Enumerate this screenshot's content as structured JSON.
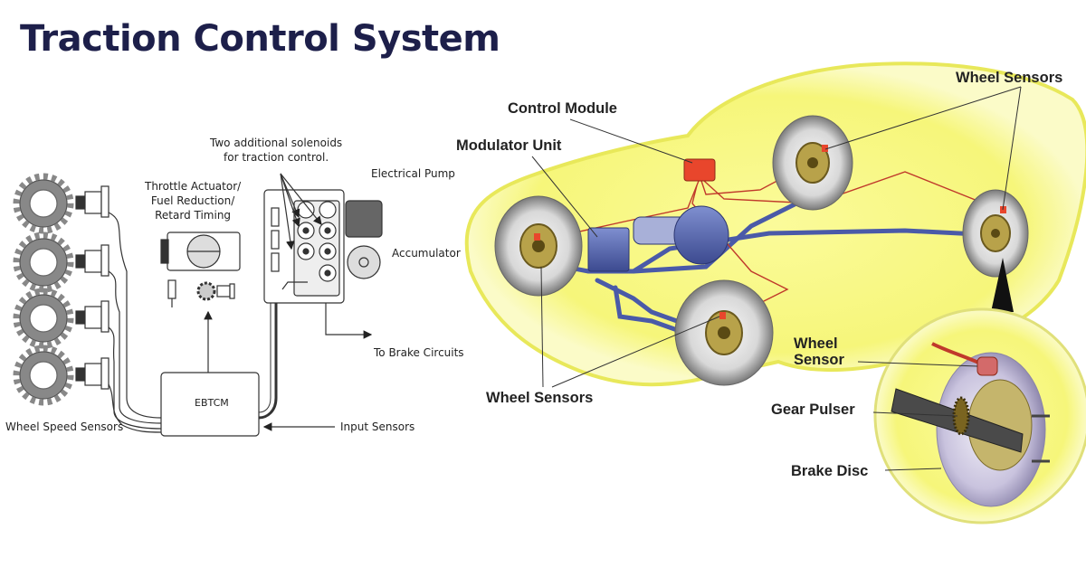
{
  "title": "Traction Control System",
  "schematic": {
    "solenoids_note": [
      "Two additional solenoids",
      "for traction control."
    ],
    "electrical_pump": "Electrical Pump",
    "throttle_actuator": [
      "Throttle Actuator/",
      "Fuel Reduction/",
      "Retard Timing"
    ],
    "accumulator": "Accumulator",
    "to_brake_circuits": "To Brake Circuits",
    "ebtcm": "EBTCM",
    "input_sensors": "Input Sensors",
    "wheel_speed_sensors": "Wheel Speed Sensors"
  },
  "car_diagram": {
    "control_module": "Control Module",
    "modulator_unit": "Modulator Unit",
    "wheel_sensors_top": "Wheel Sensors",
    "wheel_sensors_bottom": "Wheel Sensors",
    "detail": {
      "wheel_sensor": [
        "Wheel",
        "Sensor"
      ],
      "gear_pulser": "Gear Pulser",
      "brake_disc": "Brake Disc"
    }
  },
  "colors": {
    "title": "#1d1f4a",
    "car_body": "#f8f88a",
    "brake_line": "#4a5aa8",
    "wire": "#c0392b",
    "module": "#e8462c"
  }
}
